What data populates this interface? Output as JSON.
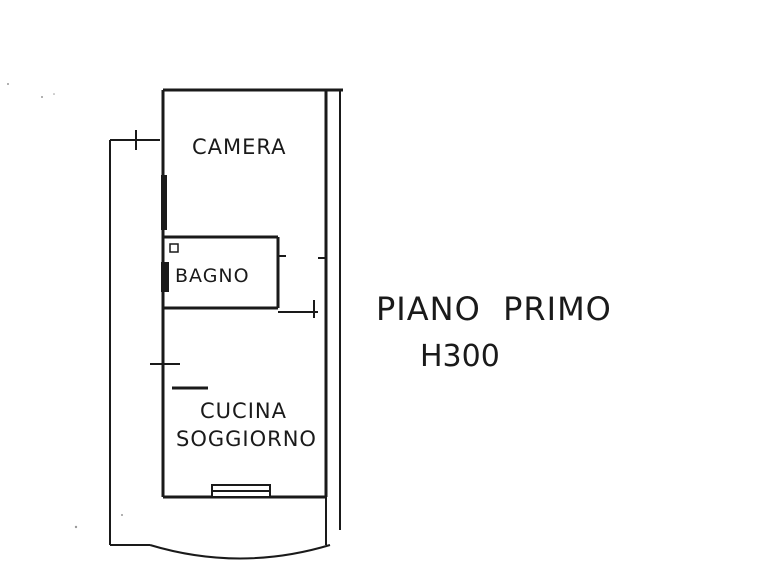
{
  "plan": {
    "rooms": {
      "camera": "CAMERA",
      "bagno": "BAGNO",
      "cucina": "CUCINA",
      "soggiorno": "SOGGIORNO"
    },
    "floor_title": "PIANO  PRIMO",
    "floor_height": "H300"
  }
}
